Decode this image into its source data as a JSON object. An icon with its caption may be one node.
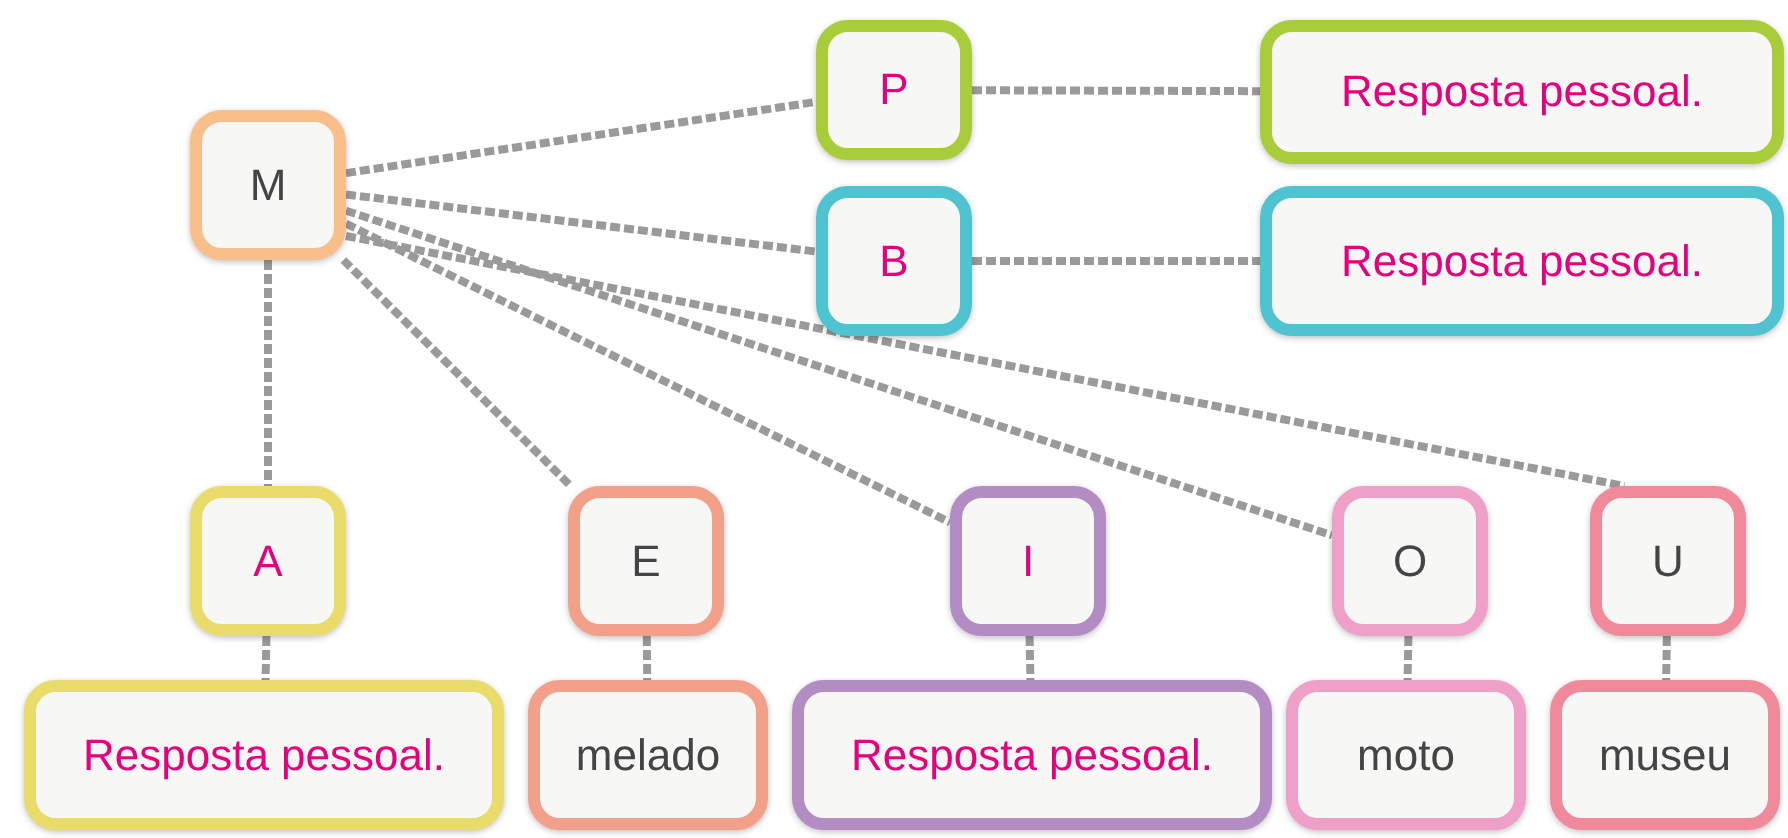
{
  "diagram": {
    "nodes": [
      {
        "text": [
          "M"
        ]
      },
      {
        "text": [
          "P"
        ]
      },
      {
        "text": [
          "B"
        ]
      },
      {
        "text": [
          "Resposta pessoal."
        ]
      },
      {
        "text": [
          "Resposta pessoal."
        ]
      },
      {
        "text": [
          "A"
        ]
      },
      {
        "text": [
          "E"
        ]
      },
      {
        "text": [
          "I"
        ]
      },
      {
        "text": [
          "O"
        ]
      },
      {
        "text": [
          "U"
        ]
      },
      {
        "text": [
          "Resposta pessoal."
        ]
      },
      {
        "text": [
          "melado"
        ]
      },
      {
        "text": [
          "Resposta pessoal."
        ]
      },
      {
        "text": [
          "moto"
        ]
      },
      {
        "text": [
          "museu"
        ]
      }
    ],
    "edges": [
      {
        "from": 0,
        "to": 1,
        "arrow": "none"
      },
      {
        "from": 0,
        "to": 2,
        "arrow": "none"
      },
      {
        "from": 0,
        "to": 5,
        "arrow": "none"
      },
      {
        "from": 0,
        "to": 6,
        "arrow": "none"
      },
      {
        "from": 0,
        "to": 7,
        "arrow": "none"
      },
      {
        "from": 0,
        "to": 8,
        "arrow": "none"
      },
      {
        "from": 0,
        "to": 9,
        "arrow": "none"
      },
      {
        "from": 1,
        "to": 3,
        "arrow": "none"
      },
      {
        "from": 2,
        "to": 4,
        "arrow": "none"
      },
      {
        "from": 5,
        "to": 10,
        "arrow": "none"
      },
      {
        "from": 6,
        "to": 11,
        "arrow": "none"
      },
      {
        "from": 7,
        "to": 12,
        "arrow": "none"
      },
      {
        "from": 8,
        "to": 13,
        "arrow": "none"
      },
      {
        "from": 9,
        "to": 14,
        "arrow": "none"
      }
    ]
  }
}
